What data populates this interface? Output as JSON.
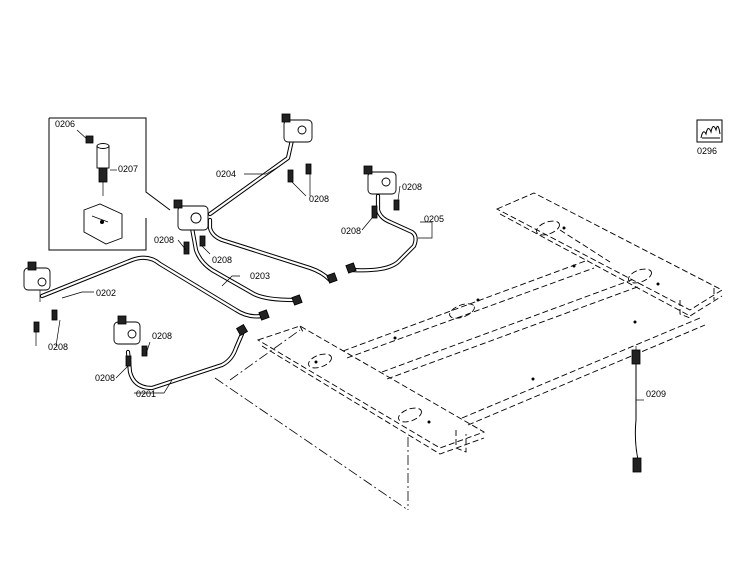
{
  "labels": {
    "p0201": "0201",
    "p0202": "0202",
    "p0203": "0203",
    "p0204": "0204",
    "p0205": "0205",
    "p0206": "0206",
    "p0207": "0207",
    "p0208": "0208",
    "p0209": "0209",
    "p0296": "0296"
  }
}
